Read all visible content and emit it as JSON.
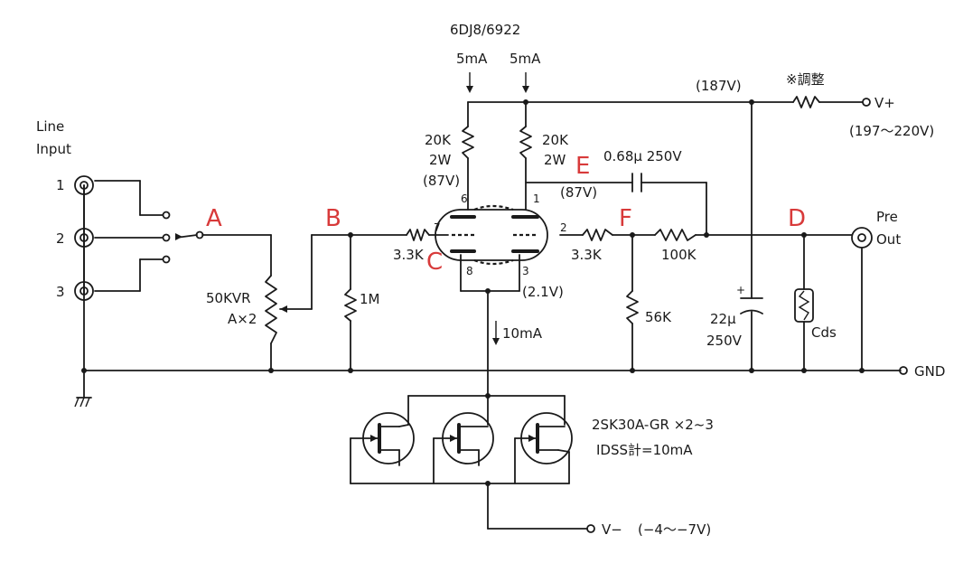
{
  "tube_label": "6DJ8/6922",
  "plate_current_left": "5mA",
  "plate_current_right": "5mA",
  "supply_voltage": "(187V)",
  "adjust_note": "※調整",
  "vplus_label": "V+",
  "vplus_range": "(197～220V)",
  "line_input_label_1": "Line",
  "line_input_label_2": "Input",
  "input_numbers": [
    "1",
    "2",
    "3"
  ],
  "point_labels": {
    "A": "A",
    "B": "B",
    "C": "C",
    "D": "D",
    "E": "E",
    "F": "F"
  },
  "plate_resistor_left": [
    "20K",
    "2W",
    "(87V)"
  ],
  "plate_resistor_right": [
    "20K",
    "2W"
  ],
  "right_plate_voltage": "(87V)",
  "coupling_cap": "0.68μ 250V",
  "grid_resistor_left": "3.3K",
  "grid_resistor_right": "3.3K",
  "resistor_100k": "100K",
  "resistor_56k": "56K",
  "resistor_1m": "1M",
  "volume_pot": [
    "50KVR",
    "A×2"
  ],
  "electrolytic_cap": [
    "22μ",
    "250V"
  ],
  "cds_label": "Cds",
  "pin_numbers": {
    "p6": "6",
    "p7": "7",
    "p8": "8",
    "p1": "1",
    "p2": "2",
    "p3": "3"
  },
  "cathode_voltage": "(2.1V)",
  "cathode_current": "10mA",
  "pre_out_1": "Pre",
  "pre_out_2": "Out",
  "gnd_label": "GND",
  "fet_part": "2SK30A-GR ×2~3",
  "fet_idss": "IDSS計=10mA",
  "vminus_label": "V−",
  "vminus_range": "(−4～−7V)"
}
